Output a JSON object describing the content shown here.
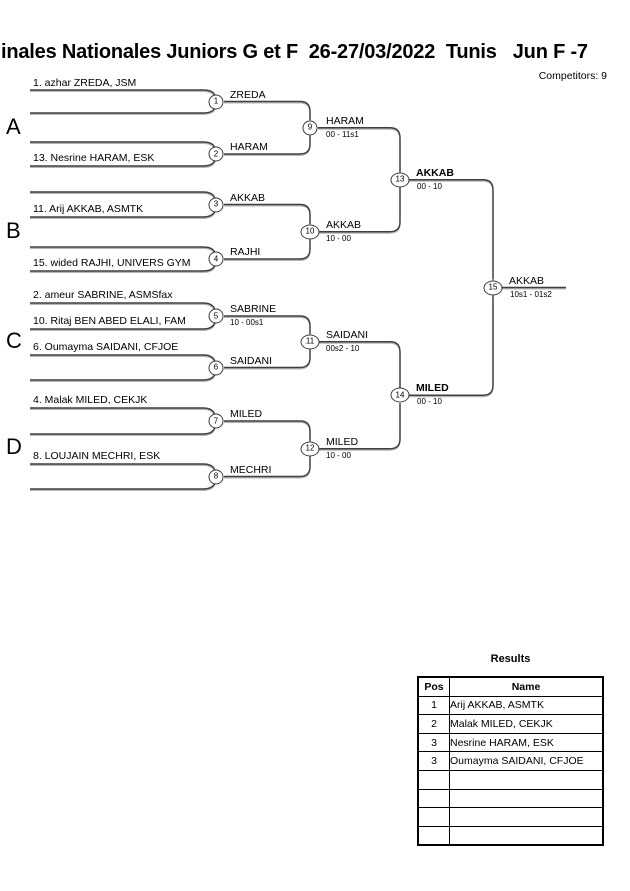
{
  "title": "inales Nationales Juniors G et F  26-27/03/2022  Tunis   Jun F -7",
  "competitors_label": "Competitors: 9",
  "groups": [
    "A",
    "B",
    "C",
    "D"
  ],
  "bracket": {
    "entries": [
      "1. azhar ZREDA, JSM",
      "13. Nesrine HARAM, ESK",
      "11. Arij AKKAB, ASMTK",
      "15. wided RAJHI, UNIVERS GYM",
      "2. ameur SABRINE, ASMSfax",
      "10. Ritaj BEN ABED ELALI, FAM",
      "6. Oumayma SAIDANI, CFJOE",
      "4. Malak MILED, CEKJK",
      "8. LOUJAIN MECHRI, ESK"
    ],
    "matches": [
      {
        "no": "1",
        "winner": "ZREDA",
        "score": ""
      },
      {
        "no": "2",
        "winner": "HARAM",
        "score": ""
      },
      {
        "no": "3",
        "winner": "AKKAB",
        "score": ""
      },
      {
        "no": "4",
        "winner": "RAJHI",
        "score": ""
      },
      {
        "no": "5",
        "winner": "SABRINE",
        "score": "10 - 00s1"
      },
      {
        "no": "6",
        "winner": "SAIDANI",
        "score": ""
      },
      {
        "no": "7",
        "winner": "MILED",
        "score": ""
      },
      {
        "no": "8",
        "winner": "MECHRI",
        "score": ""
      },
      {
        "no": "9",
        "winner": "HARAM",
        "score": "00 - 11s1"
      },
      {
        "no": "10",
        "winner": "AKKAB",
        "score": "10 - 00"
      },
      {
        "no": "11",
        "winner": "SAIDANI",
        "score": "00s2 - 10"
      },
      {
        "no": "12",
        "winner": "MILED",
        "score": "10 - 00"
      },
      {
        "no": "13",
        "winner": "AKKAB",
        "score": "00 - 10"
      },
      {
        "no": "14",
        "winner": "MILED",
        "score": "00 - 10"
      },
      {
        "no": "15",
        "winner": "AKKAB",
        "score": "10s1 - 01s2"
      }
    ]
  },
  "results": {
    "heading": "Results",
    "columns": {
      "pos": "Pos",
      "name": "Name"
    },
    "rows": [
      {
        "pos": "1",
        "name": "Arij AKKAB, ASMTK"
      },
      {
        "pos": "2",
        "name": "Malak MILED, CEKJK"
      },
      {
        "pos": "3",
        "name": "Nesrine HARAM, ESK"
      },
      {
        "pos": "3",
        "name": "Oumayma SAIDANI, CFJOE"
      },
      {
        "pos": "",
        "name": ""
      },
      {
        "pos": "",
        "name": ""
      },
      {
        "pos": "",
        "name": ""
      },
      {
        "pos": "",
        "name": ""
      }
    ]
  }
}
